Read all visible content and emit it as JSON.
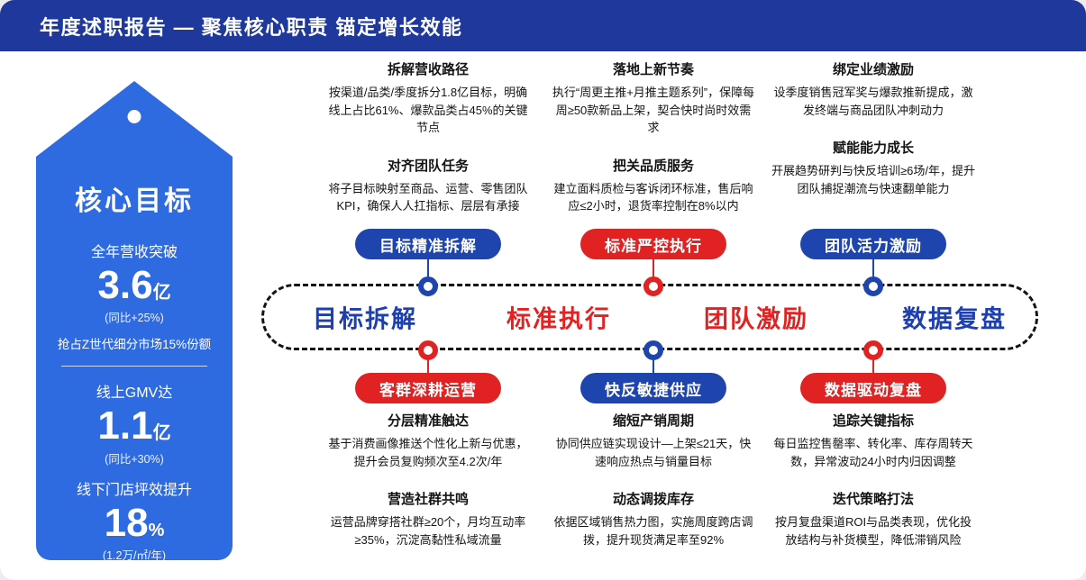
{
  "header": {
    "title": "年度述职报告 — 聚焦核心职责 锚定增长效能"
  },
  "goal_panel": {
    "title": "核心目标",
    "metrics": [
      {
        "label": "全年营收突破",
        "value": "3.6",
        "unit": "亿",
        "note": "(同比+25%)",
        "extra": "抢占Z世代细分市场15%份额"
      },
      {
        "label": "线上GMV达",
        "value": "1.1",
        "unit": "亿",
        "note": "(同比+30%)"
      },
      {
        "label": "线下门店坪效提升",
        "value": "18",
        "unit": "%",
        "note": "(1.2万/㎡/年)"
      }
    ]
  },
  "timeline": {
    "labels": [
      {
        "text": "目标拆解",
        "color": "#1e3fae"
      },
      {
        "text": "标准执行",
        "color": "#e02222"
      },
      {
        "text": "团队激励",
        "color": "#e02222"
      },
      {
        "text": "数据复盘",
        "color": "#1e3fae"
      }
    ]
  },
  "top_sections": [
    {
      "pill": "目标精准拆解",
      "color": "#1e44ad",
      "blocks": [
        {
          "title": "拆解营收路径",
          "body": "按渠道/品类/季度拆分1.8亿目标，明确线上占比61%、爆款品类占45%的关键节点"
        },
        {
          "title": "对齐团队任务",
          "body": "将子目标映射至商品、运营、零售团队KPI，确保人人扛指标、层层有承接"
        }
      ]
    },
    {
      "pill": "标准严控执行",
      "color": "#e02222",
      "blocks": [
        {
          "title": "落地上新节奏",
          "body": "执行“周更主推+月推主题系列”，保障每周≥50款新品上架，契合快时尚时效需求"
        },
        {
          "title": "把关品质服务",
          "body": "建立面料质检与客诉闭环标准，售后响应≤2小时，退货率控制在8%以内"
        }
      ]
    },
    {
      "pill": "团队活力激励",
      "color": "#1e44ad",
      "blocks": [
        {
          "title": "绑定业绩激励",
          "body": "设季度销售冠军奖与爆款推新提成，激发终端与商品团队冲刺动力"
        },
        {
          "title": "赋能能力成长",
          "body": "开展趋势研判与快反培训≥6场/年，提升团队捕捉潮流与快速翻单能力"
        }
      ]
    }
  ],
  "bottom_sections": [
    {
      "pill": "客群深耕运营",
      "color": "#e02222",
      "blocks": [
        {
          "title": "分层精准触达",
          "body": "基于消费画像推送个性化上新与优惠，提升会员复购频次至4.2次/年"
        },
        {
          "title": "营造社群共鸣",
          "body": "运营品牌穿搭社群≥20个，月均互动率≥35%，沉淀高黏性私域流量"
        }
      ]
    },
    {
      "pill": "快反敏捷供应",
      "color": "#1e44ad",
      "blocks": [
        {
          "title": "缩短产销周期",
          "body": "协同供应链实现设计—上架≤21天，快速响应热点与销量目标"
        },
        {
          "title": "动态调拨库存",
          "body": "依据区域销售热力图，实施周度跨店调拨，提升现货满足率至92%"
        }
      ]
    },
    {
      "pill": "数据驱动复盘",
      "color": "#e02222",
      "blocks": [
        {
          "title": "追踪关键指标",
          "body": "每日监控售罄率、转化率、库存周转天数，异常波动24小时内归因调整"
        },
        {
          "title": "迭代策略打法",
          "body": "按月复盘渠道ROI与品类表现，优化投放结构与补货模型，降低滞销风险"
        }
      ]
    }
  ],
  "colors": {
    "header_bg": "#1e389b",
    "panel_blue": "#2e6ae0",
    "pill_blue": "#1e44ad",
    "pill_red": "#e02222",
    "text_dark": "#141414"
  }
}
